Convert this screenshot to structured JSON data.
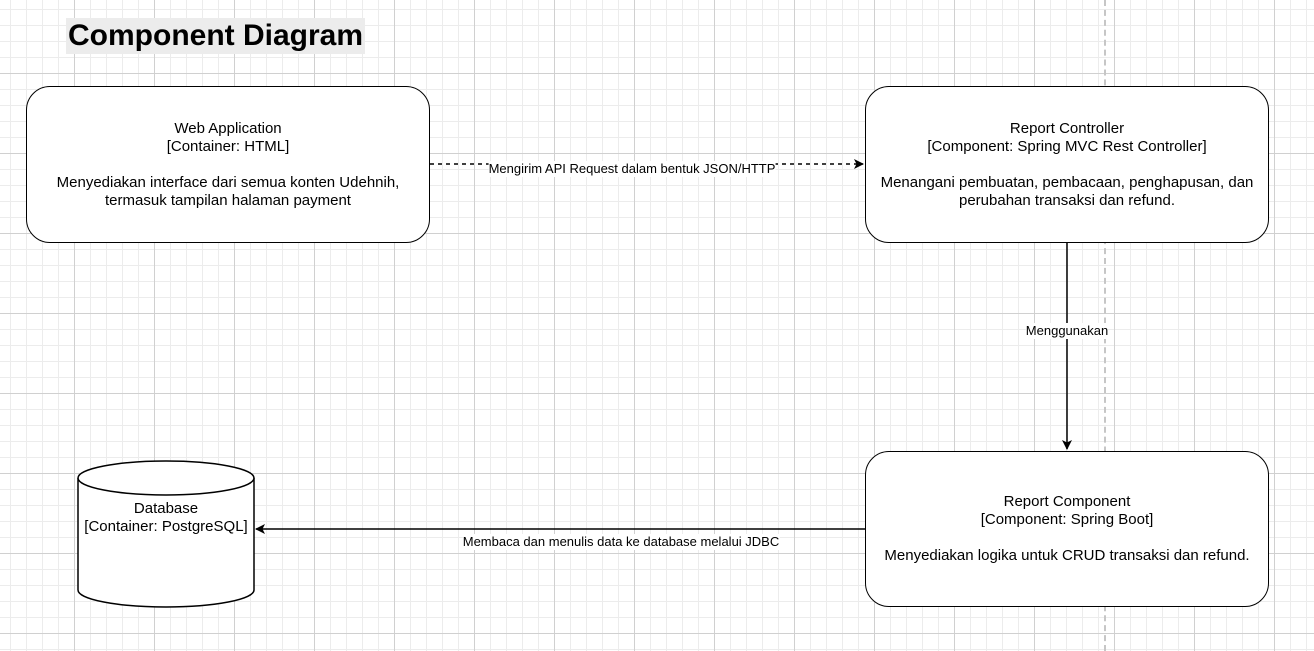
{
  "title": "Component Diagram",
  "nodes": {
    "web_app": {
      "name": "Web Application",
      "type": "[Container: HTML]",
      "description": "Menyediakan interface dari semua konten Udehnih, termasuk tampilan halaman payment"
    },
    "report_controller": {
      "name": "Report Controller",
      "type": "[Component: Spring MVC Rest Controller]",
      "description": "Menangani pembuatan, pembacaan, penghapusan, dan perubahan transaksi dan refund."
    },
    "report_component": {
      "name": "Report Component",
      "type": "[Component: Spring Boot]",
      "description": "Menyediakan logika untuk CRUD transaksi dan refund."
    },
    "database": {
      "name": "Database",
      "type": "[Container: PostgreSQL]"
    }
  },
  "edges": {
    "web_to_controller": "Mengirim API Request dalam bentuk JSON/HTTP",
    "controller_to_component": "Menggunakan",
    "component_to_database": "Membaca dan menulis data ke database melalui JDBC"
  }
}
